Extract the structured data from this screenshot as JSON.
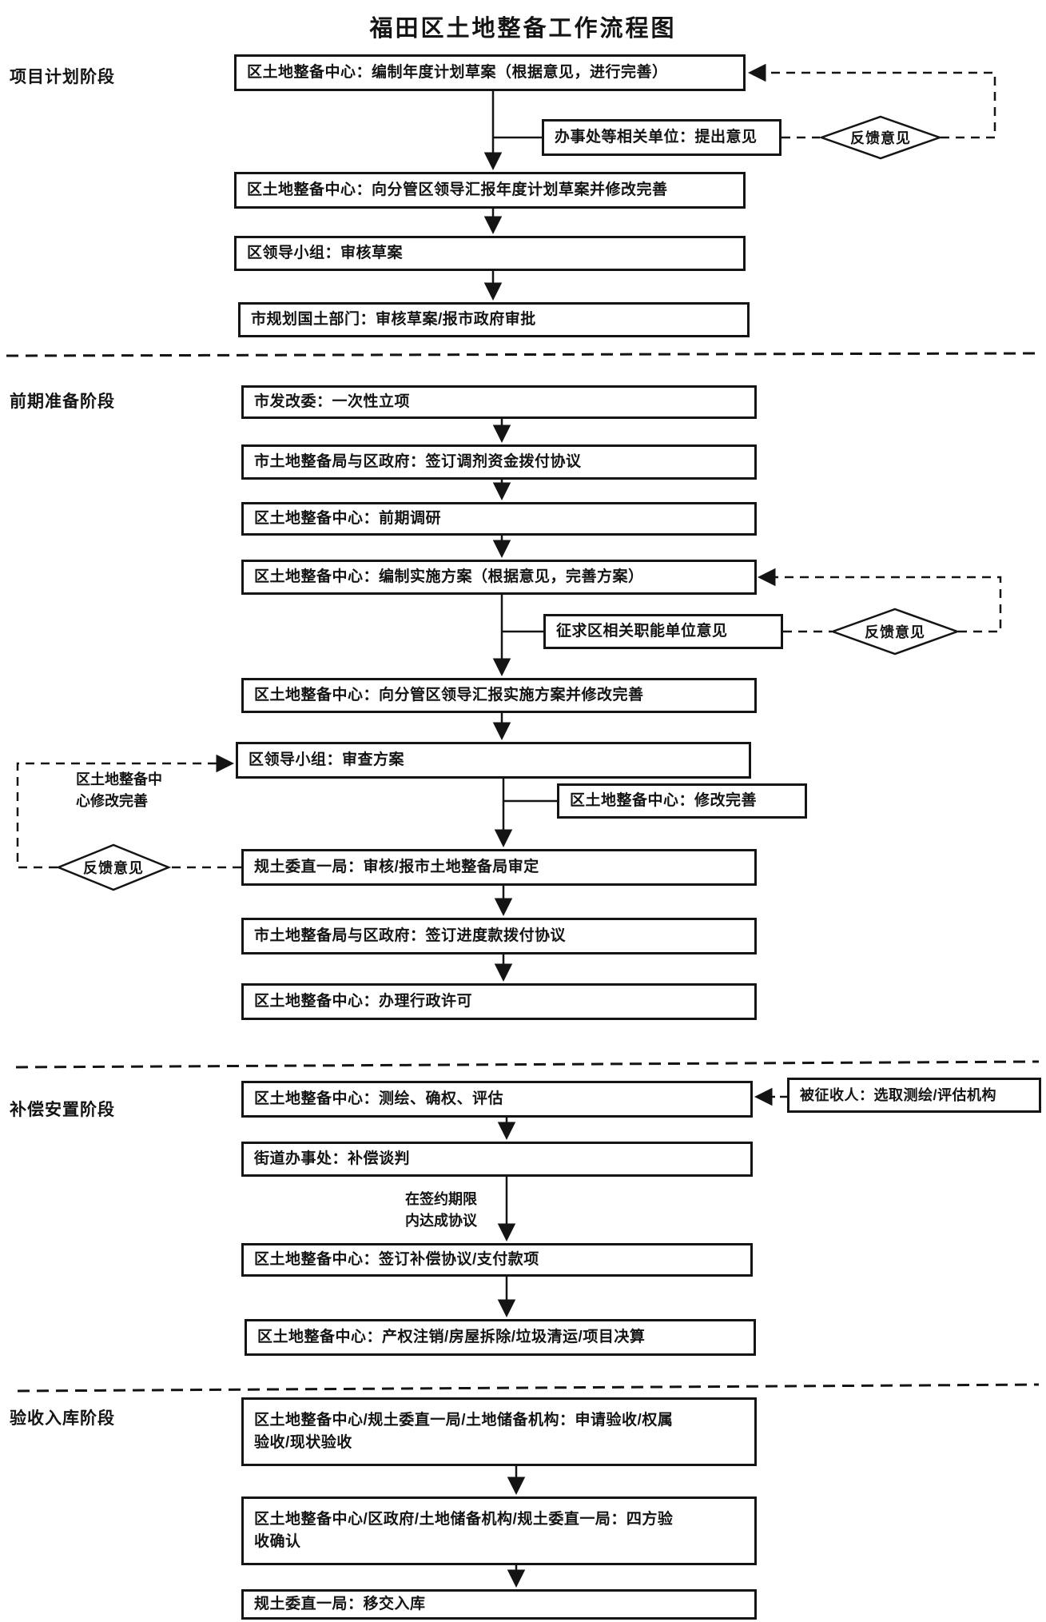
{
  "title": "福田区土地整备工作流程图",
  "stages": {
    "s1": {
      "label": "项目计划阶段"
    },
    "s2": {
      "label": "前期准备阶段"
    },
    "s3": {
      "label": "补偿安置阶段"
    },
    "s4": {
      "label": "验收入库阶段"
    }
  },
  "s1": {
    "draft": "区土地整备中心：编制年度计划草案（根据意见，进行完善）",
    "opinions": "办事处等相关单位：提出意见",
    "feedback": "反馈意见",
    "report": "区土地整备中心：向分管区领导汇报年度计划草案并修改完善",
    "group_review": "区领导小组：审核草案",
    "city_review": "市规划国土部门：审核草案/报市政府审批"
  },
  "s2": {
    "project_approval": "市发改委：一次性立项",
    "fund_agreement": "市土地整备局与区政府：签订调剂资金拨付协议",
    "research": "区土地整备中心：前期调研",
    "plan_draft": "区土地整备中心：编制实施方案（根据意见，完善方案）",
    "solicit": "征求区相关职能单位意见",
    "feedback_right": "反馈意见",
    "report": "区土地整备中心：向分管区领导汇报实施方案并修改完善",
    "group_review": "区领导小组：审查方案",
    "revise": "区土地整备中心：修改完善",
    "bureau_review": "规土委直一局：审核/报市土地整备局审定",
    "feedback_left": "反馈意见",
    "revise_note_line1": "区土地整备中",
    "revise_note_line2": "心修改完善",
    "progress_agreement": "市土地整备局与区政府：签订进度款拨付协议",
    "admin_permit": "区土地整备中心：办理行政许可"
  },
  "s3": {
    "survey": "区土地整备中心：测绘、确权、评估",
    "select_agency": "被征收人：选取测绘/评估机构",
    "negotiate": "街道办事处：补偿谈判",
    "sign_note_line1": "在签约期限",
    "sign_note_line2": "内达成协议",
    "sign_pay": "区土地整备中心：签订补偿协议/支付款项",
    "closeout": "区土地整备中心：产权注销/房屋拆除/垃圾清运/项目决算"
  },
  "s4": {
    "apply_line1": "区土地整备中心/规土委直一局/土地储备机构：申请验收/权属",
    "apply_line2": "验收/现状验收",
    "confirm_line1": "区土地整备中心/区政府/土地储备机构/规土委直一局：四方验",
    "confirm_line2": "收确认",
    "transfer": "规土委直一局：移交入库"
  },
  "colors": {
    "ink": "#141414",
    "paper": "#ffffff"
  }
}
